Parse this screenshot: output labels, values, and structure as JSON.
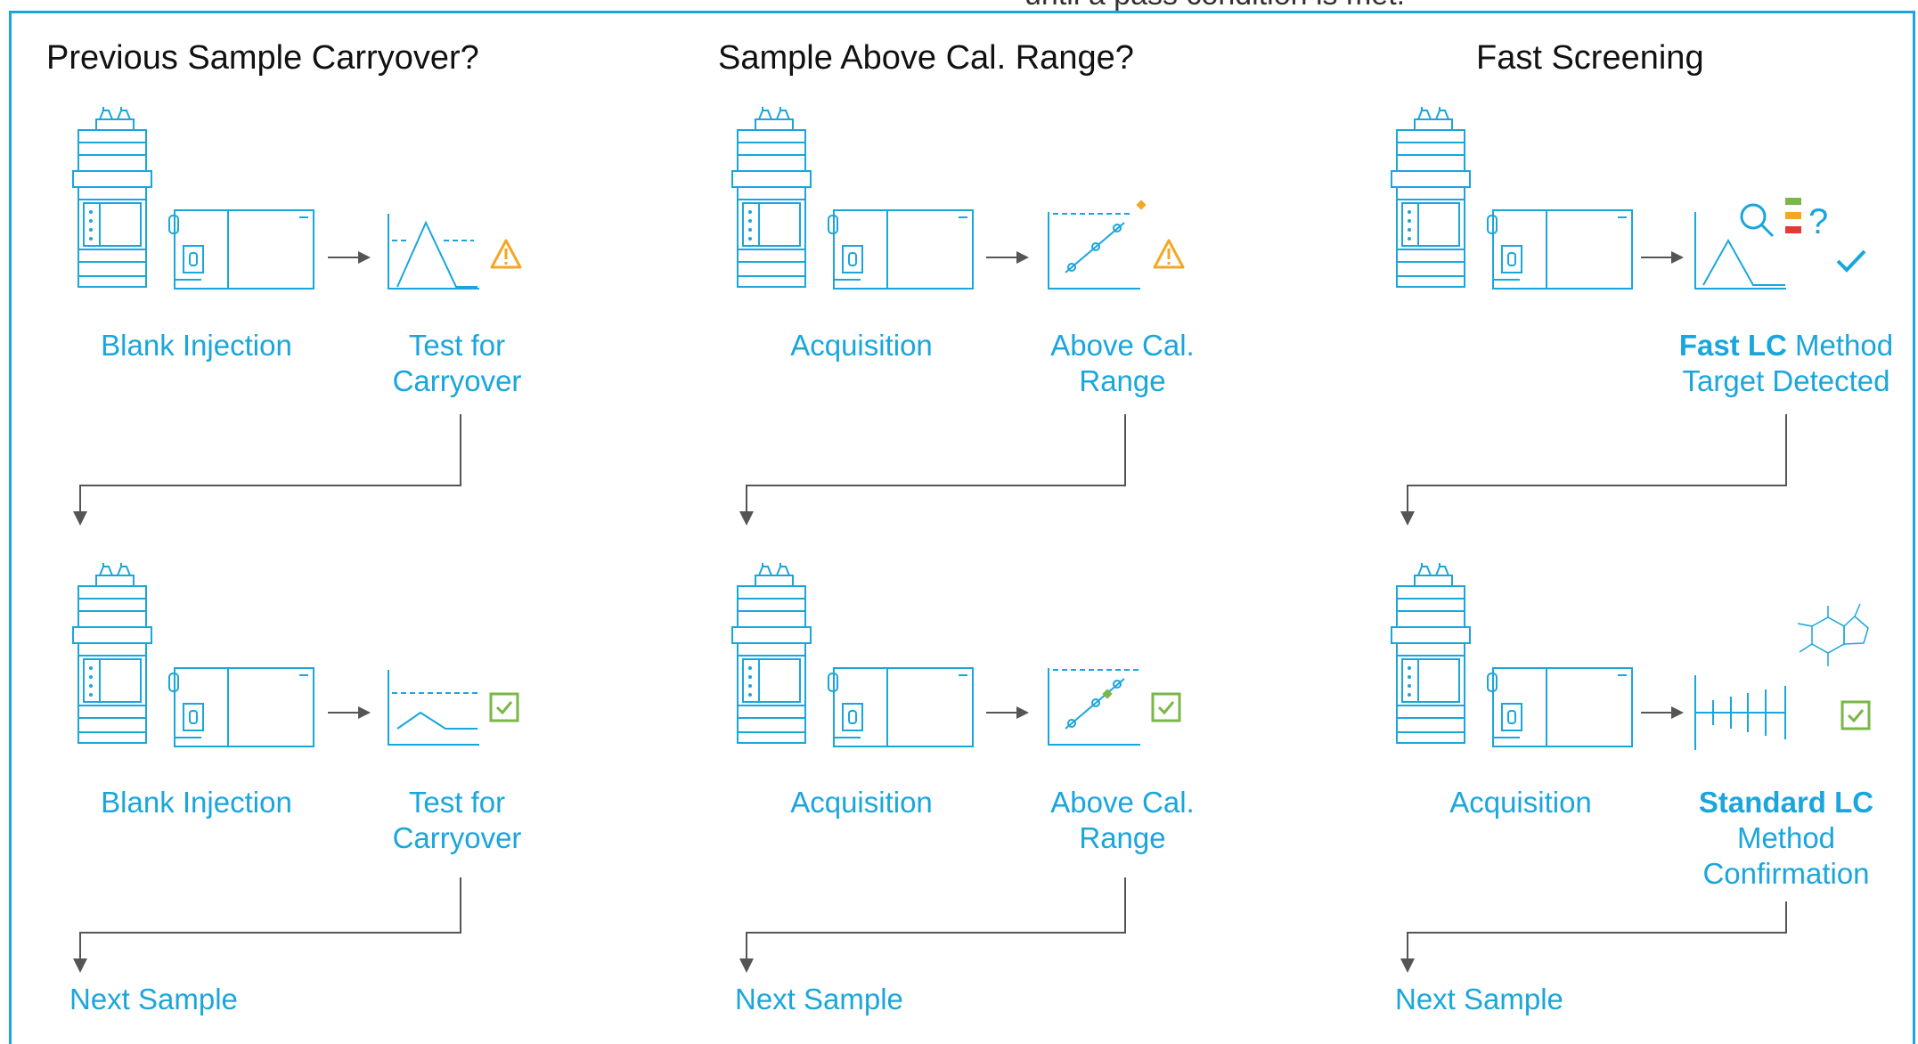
{
  "caption": "until a pass condition is met.",
  "columns": [
    {
      "title": "Previous Sample Carryover?",
      "top": {
        "left_label": "Blank Injection",
        "right_label": [
          "Test for",
          "Carryover"
        ],
        "status": "warning-icon"
      },
      "bottom": {
        "left_label": "Blank Injection",
        "right_label": [
          "Test for",
          "Carryover"
        ],
        "status": "check-icon"
      },
      "next": "Next Sample"
    },
    {
      "title": "Sample Above Cal. Range?",
      "top": {
        "left_label": "Acquisition",
        "right_label": [
          "Above Cal.",
          "Range"
        ],
        "status": "warning-icon"
      },
      "bottom": {
        "left_label": "Acquisition",
        "right_label": [
          "Above Cal.",
          "Range"
        ],
        "status": "check-icon"
      },
      "next": "Next Sample"
    },
    {
      "title": "Fast Screening",
      "top": {
        "left_label": "",
        "right_label_bold": "Fast LC",
        "right_label_rest": " Method",
        "right_label_line2": "Target Detected",
        "status": "checkmark-icon"
      },
      "bottom": {
        "left_label": "Acquisition",
        "right_label_bold": "Standard LC",
        "right_label_line2": "Method",
        "right_label_line3": "Confirmation",
        "status": "check-icon"
      },
      "next": "Next Sample"
    }
  ],
  "colors": {
    "accent": "#1aa6dc",
    "warning": "#f5a623",
    "pass": "#7ab648",
    "arrow": "#555555"
  }
}
